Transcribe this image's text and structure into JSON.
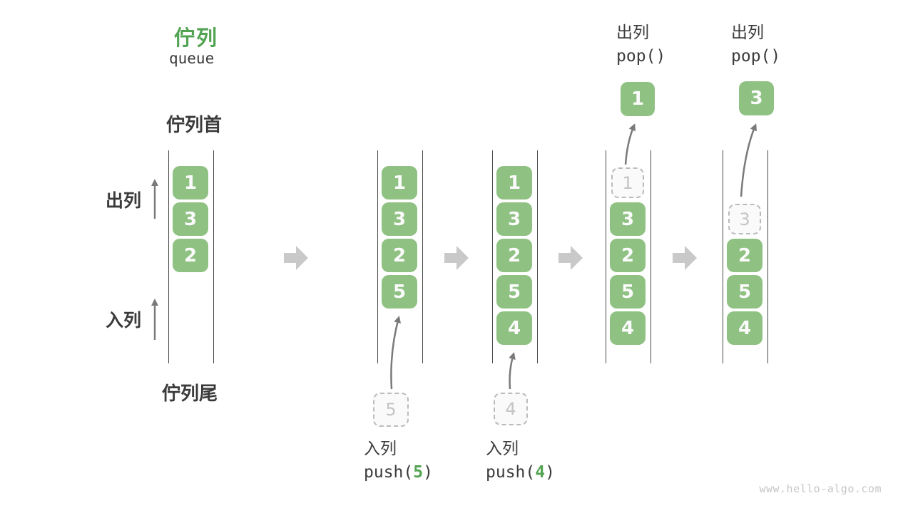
{
  "header": {
    "title_zh": "佇列",
    "title_en": "queue"
  },
  "side_labels": {
    "front": "佇列首",
    "rear": "佇列尾",
    "dequeue": "出列",
    "enqueue": "入列"
  },
  "queues": [
    {
      "cells": [
        {
          "value": "1",
          "slot": 0,
          "style": "green"
        },
        {
          "value": "3",
          "slot": 1,
          "style": "green"
        },
        {
          "value": "2",
          "slot": 2,
          "style": "green"
        }
      ]
    },
    {
      "cells": [
        {
          "value": "1",
          "slot": 0,
          "style": "green"
        },
        {
          "value": "3",
          "slot": 1,
          "style": "green"
        },
        {
          "value": "2",
          "slot": 2,
          "style": "green"
        },
        {
          "value": "5",
          "slot": 3,
          "style": "green"
        }
      ]
    },
    {
      "cells": [
        {
          "value": "1",
          "slot": 0,
          "style": "green"
        },
        {
          "value": "3",
          "slot": 1,
          "style": "green"
        },
        {
          "value": "2",
          "slot": 2,
          "style": "green"
        },
        {
          "value": "5",
          "slot": 3,
          "style": "green"
        },
        {
          "value": "4",
          "slot": 4,
          "style": "green"
        }
      ]
    },
    {
      "cells": [
        {
          "value": "1",
          "slot": 0,
          "style": "dashed"
        },
        {
          "value": "3",
          "slot": 1,
          "style": "green"
        },
        {
          "value": "2",
          "slot": 2,
          "style": "green"
        },
        {
          "value": "5",
          "slot": 3,
          "style": "green"
        },
        {
          "value": "4",
          "slot": 4,
          "style": "green"
        }
      ]
    },
    {
      "cells": [
        {
          "value": "3",
          "slot": 1,
          "style": "dashed"
        },
        {
          "value": "2",
          "slot": 2,
          "style": "green"
        },
        {
          "value": "5",
          "slot": 3,
          "style": "green"
        },
        {
          "value": "4",
          "slot": 4,
          "style": "green"
        }
      ]
    }
  ],
  "floating_boxes": [
    {
      "value": "5",
      "style": "dashed",
      "anchor": "below-queue-2"
    },
    {
      "value": "4",
      "style": "dashed",
      "anchor": "below-queue-3"
    },
    {
      "value": "1",
      "style": "green",
      "anchor": "above-queue-4"
    },
    {
      "value": "3",
      "style": "green",
      "anchor": "above-queue-5"
    }
  ],
  "operations": [
    {
      "label": "入列",
      "code_pre": "push(",
      "code_arg": "5",
      "code_post": ")"
    },
    {
      "label": "入列",
      "code_pre": "push(",
      "code_arg": "4",
      "code_post": ")"
    },
    {
      "label": "出列",
      "code_pre": "pop()",
      "code_arg": "",
      "code_post": ""
    },
    {
      "label": "出列",
      "code_pre": "pop()",
      "code_arg": "",
      "code_post": ""
    }
  ],
  "watermark": "www.hello-algo.com",
  "colors": {
    "box_green": "#8FC183",
    "accent_green": "#52A352",
    "text_dark": "#3B3B3B",
    "arrow_gray": "#7A7A7A",
    "block_arrow": "#C9C9C9",
    "dashed_border": "#BBBBBB"
  }
}
